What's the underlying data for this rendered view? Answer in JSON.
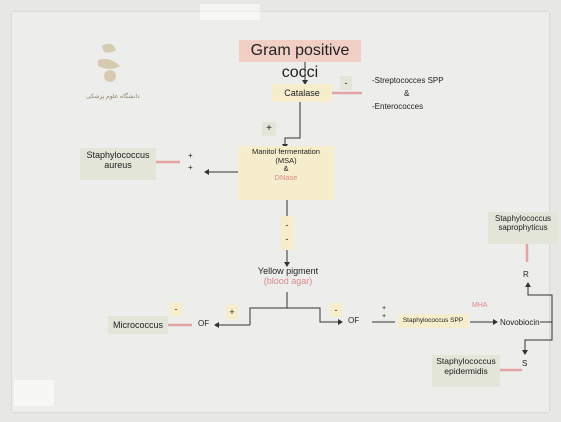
{
  "logo": {
    "caption": "دانشگاه علوم پزشکی"
  },
  "title": "Gram positive cocci",
  "catalase": "Catalase",
  "catalase_neg_sign": "-",
  "strep": {
    "line1": "-Streptococces SPP",
    "line2": "&",
    "line3": "-Enterococces"
  },
  "catalase_pos_sign": "+",
  "manitol": {
    "line1": "Manitol fermentation",
    "line2": "(MSA)",
    "line3": "&",
    "line4": "DNase"
  },
  "aureus": {
    "line1": "Staphylococcus",
    "line2": "aureus"
  },
  "aureus_signs": {
    "a": "+",
    "b": "+"
  },
  "manitol_neg_signs": {
    "a": "-",
    "b": "-"
  },
  "yellow": {
    "line1": "Yellow pigment",
    "line2": "(blood agar)"
  },
  "yellow_pos_sign": "+",
  "yellow_neg_sign": "-",
  "micrococcus": "Micrococcus",
  "micro_sign": "-",
  "of_left": "OF",
  "of_right": "OF",
  "of_signs": {
    "a": "+",
    "b": "+"
  },
  "staph_spp": "Staphylococcus SPP",
  "mha": "MHA",
  "novobiocin": "Novobiocin",
  "r_label": "R",
  "s_label": "S",
  "saprophyticus": {
    "line1": "Staphylococcus",
    "line2": "saprophyticus"
  },
  "epidermidis": {
    "line1": "Staphylococcus",
    "line2": "epidermidis"
  },
  "colors": {
    "title_box": "#f1cfc4",
    "pink": "#e4a3a3",
    "green_box": "#e2e5d7",
    "yellow_box": "#f6edcc"
  }
}
